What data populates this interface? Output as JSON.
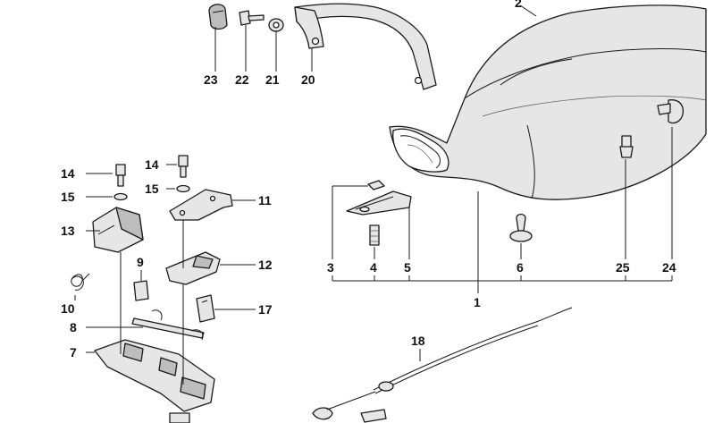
{
  "diagram": {
    "callouts": [
      {
        "id": "c1",
        "text": "1"
      },
      {
        "id": "c2",
        "text": "2"
      },
      {
        "id": "c3",
        "text": "3"
      },
      {
        "id": "c4",
        "text": "4"
      },
      {
        "id": "c5",
        "text": "5"
      },
      {
        "id": "c6",
        "text": "6"
      },
      {
        "id": "c7",
        "text": "7"
      },
      {
        "id": "c8",
        "text": "8"
      },
      {
        "id": "c9",
        "text": "9"
      },
      {
        "id": "c10",
        "text": "10"
      },
      {
        "id": "c11",
        "text": "11"
      },
      {
        "id": "c12",
        "text": "12"
      },
      {
        "id": "c13",
        "text": "13"
      },
      {
        "id": "c14a",
        "text": "14"
      },
      {
        "id": "c14b",
        "text": "14"
      },
      {
        "id": "c15a",
        "text": "15"
      },
      {
        "id": "c15b",
        "text": "15"
      },
      {
        "id": "c17",
        "text": "17"
      },
      {
        "id": "c18",
        "text": "18"
      },
      {
        "id": "c20",
        "text": "20"
      },
      {
        "id": "c21",
        "text": "21"
      },
      {
        "id": "c22",
        "text": "22"
      },
      {
        "id": "c23",
        "text": "23"
      },
      {
        "id": "c24",
        "text": "24"
      },
      {
        "id": "c25",
        "text": "25"
      }
    ]
  }
}
